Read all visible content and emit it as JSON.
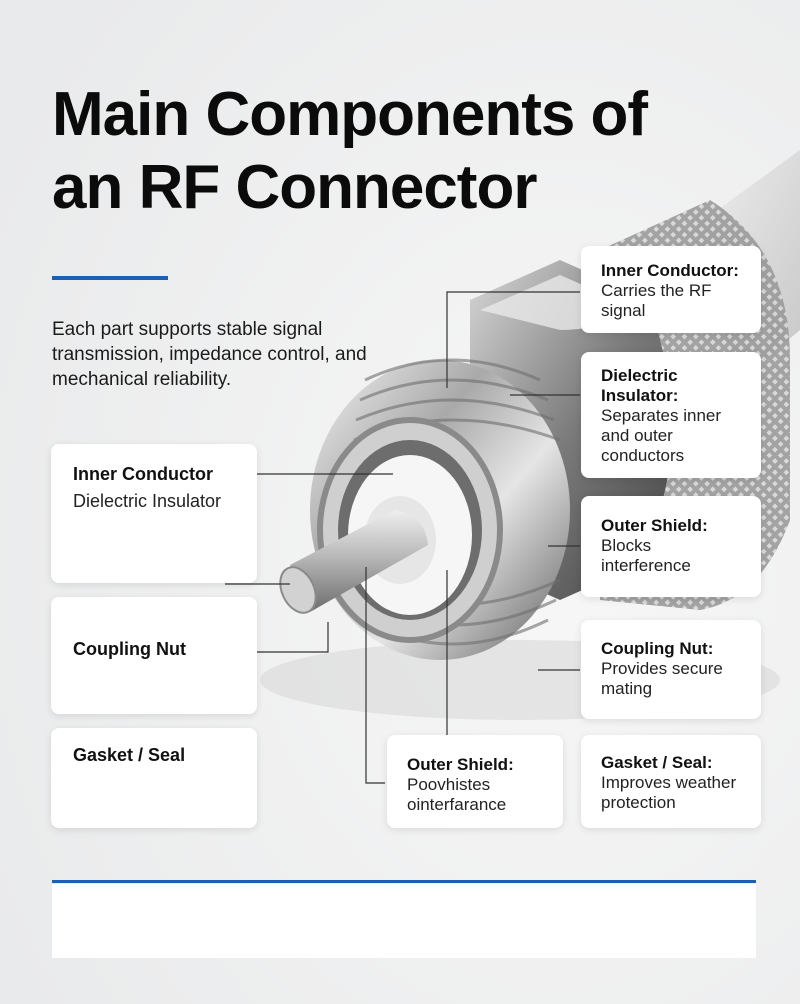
{
  "title_line1": "Main Components of",
  "title_line2": "an RF Connector",
  "intro": "Each part supports stable signal transmission, impedance control, and mechanical  reliability.",
  "colors": {
    "accent": "#1f5fb0",
    "card": "#ffffff",
    "text": "#111111"
  },
  "left_cards": [
    {
      "title": "Inner Conductor",
      "desc": "Dielectric Insulator"
    },
    {
      "title": "Coupling Nut",
      "desc": ""
    },
    {
      "title": "Gasket / Seal",
      "desc": ""
    }
  ],
  "right_cards": [
    {
      "title": "Inner Conductor:",
      "desc": "Carries the RF signal"
    },
    {
      "title": "Dielectric Insulator:",
      "desc": "Separates inner and outer conductors"
    },
    {
      "title": "Outer Shield:",
      "desc": "Blocks interference"
    },
    {
      "title": "Coupling Nut:",
      "desc": "Provides secure mating"
    },
    {
      "title": "Gasket / Seal:",
      "desc": "Improves weather protection"
    }
  ],
  "center_card": {
    "title": "Outer Shield:",
    "desc1": "Poovhistes",
    "desc2": "ointerfarance"
  }
}
